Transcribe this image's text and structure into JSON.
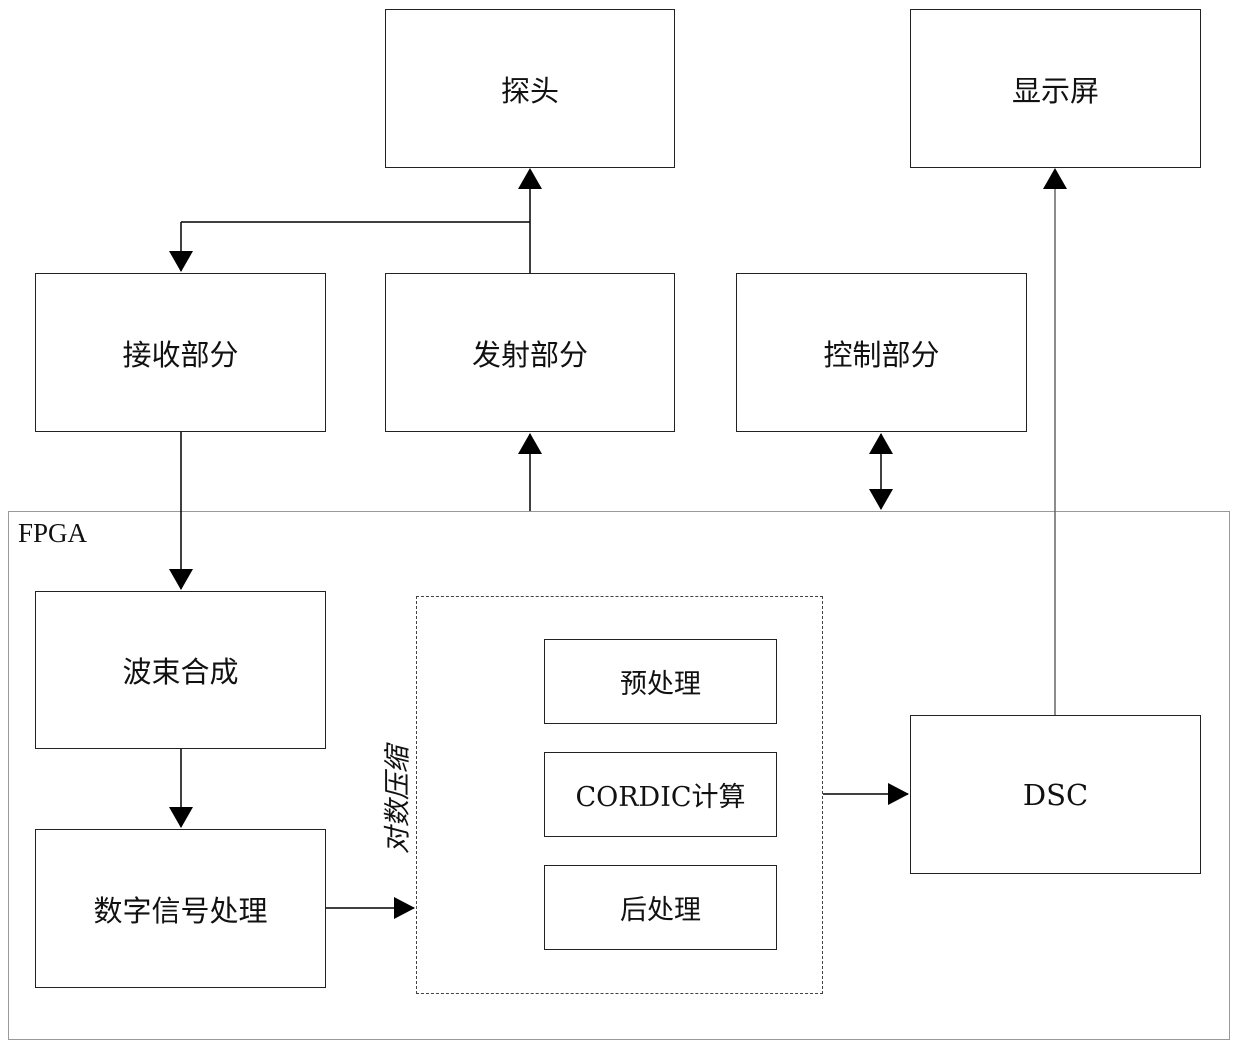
{
  "diagram": {
    "fpga_label": "FPGA",
    "log_compression_label": "对数压缩",
    "nodes": {
      "probe": "探头",
      "display": "显示屏",
      "receive": "接收部分",
      "transmit": "发射部分",
      "control": "控制部分",
      "beamforming": "波束合成",
      "dsp": "数字信号处理",
      "preprocess": "预处理",
      "cordic": "CORDIC计算",
      "postprocess": "后处理",
      "dsc": "DSC"
    }
  }
}
